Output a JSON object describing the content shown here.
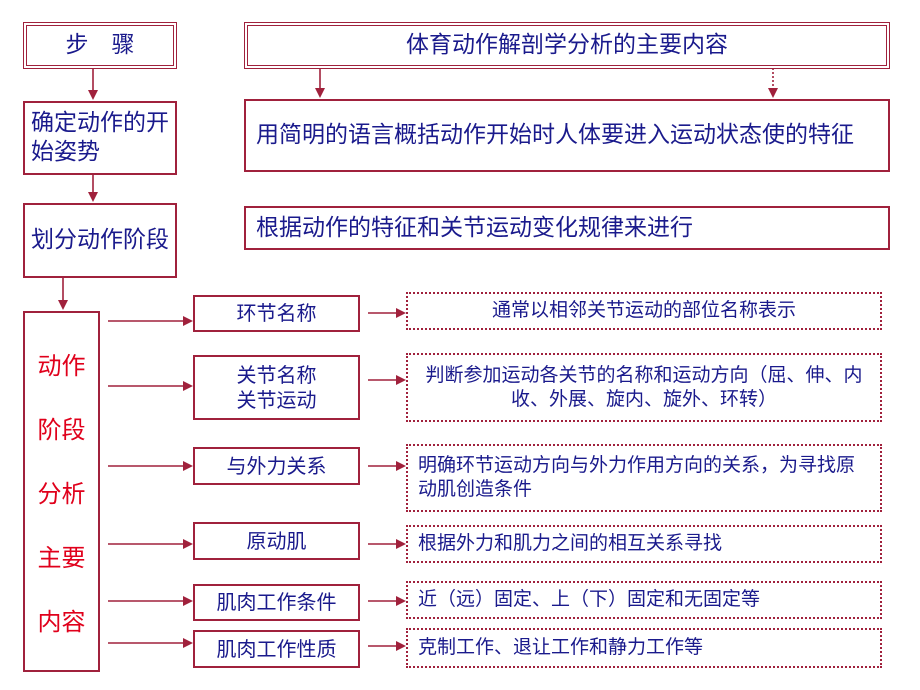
{
  "header": {
    "steps_label": "步　骤",
    "content_label": "体育动作解剖学分析的主要内容"
  },
  "steps": [
    {
      "label": "确定动作的开始姿势",
      "desc": "用简明的语言概括动作开始时人体要进入运动状态使的特征"
    },
    {
      "label": "划分动作阶段",
      "desc": "根据动作的特征和关节运动变化规律来进行"
    }
  ],
  "analysis": {
    "vertical_lines": [
      "动作",
      "阶段",
      "分析",
      "主要",
      "内容"
    ],
    "items": [
      {
        "name": "环节名称",
        "desc": "通常以相邻关节运动的部位名称表示"
      },
      {
        "name": "关节名称 关节运动",
        "desc": "判断参加运动各关节的名称和运动方向（屈、伸、内收、外展、旋内、旋外、环转）"
      },
      {
        "name": "与外力关系",
        "desc": "明确环节运动方向与外力作用方向的关系，为寻找原动肌创造条件"
      },
      {
        "name": "原动肌",
        "desc": "根据外力和肌力之间的相互关系寻找"
      },
      {
        "name": "肌肉工作条件",
        "desc": "近（远）固定、上（下）固定和无固定等"
      },
      {
        "name": "肌肉工作性质",
        "desc": "克制工作、退让工作和静力工作等"
      }
    ]
  },
  "colors": {
    "border": "#a0213c",
    "text": "#1a1a8c",
    "highlight": "#e0001b"
  }
}
